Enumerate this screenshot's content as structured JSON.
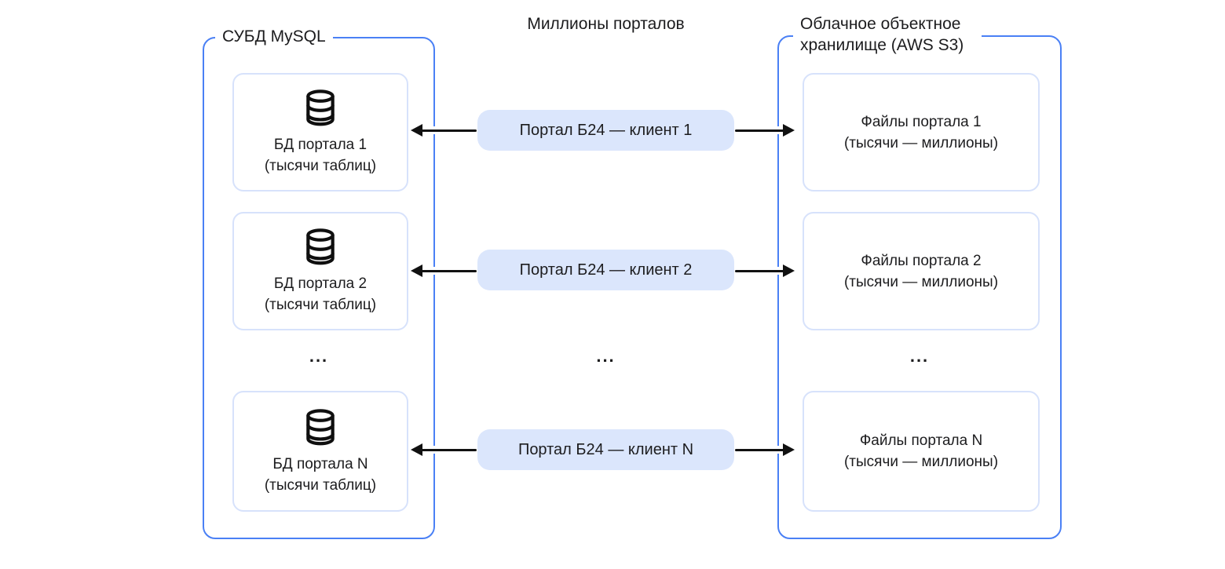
{
  "diagram": {
    "left_group": {
      "label": "СУБД MySQL",
      "ellipsis": "...",
      "boxes": [
        {
          "title": "БД портала 1",
          "subtitle": "(тысячи таблиц)"
        },
        {
          "title": "БД портала 2",
          "subtitle": "(тысячи таблиц)"
        },
        {
          "title": "БД портала N",
          "subtitle": "(тысячи таблиц)"
        }
      ]
    },
    "middle_group": {
      "label": "Миллионы порталов",
      "ellipsis": "...",
      "pills": [
        {
          "label": "Портал Б24 — клиент 1"
        },
        {
          "label": "Портал Б24 — клиент 2"
        },
        {
          "label": "Портал Б24 — клиент N"
        }
      ]
    },
    "right_group": {
      "label": "Облачное объектное хранилище (AWS S3)",
      "ellipsis": "...",
      "boxes": [
        {
          "title": "Файлы портала 1",
          "subtitle": "(тысячи — миллионы)"
        },
        {
          "title": "Файлы портала  2",
          "subtitle": "(тысячи — миллионы)"
        },
        {
          "title": "Файлы портала  N",
          "subtitle": "(тысячи — миллионы)"
        }
      ]
    },
    "colors": {
      "group_border": "#4a80f5",
      "card_border": "#d7e2fb",
      "pill_bg": "#dbe6fc",
      "arrow": "#111111"
    }
  }
}
